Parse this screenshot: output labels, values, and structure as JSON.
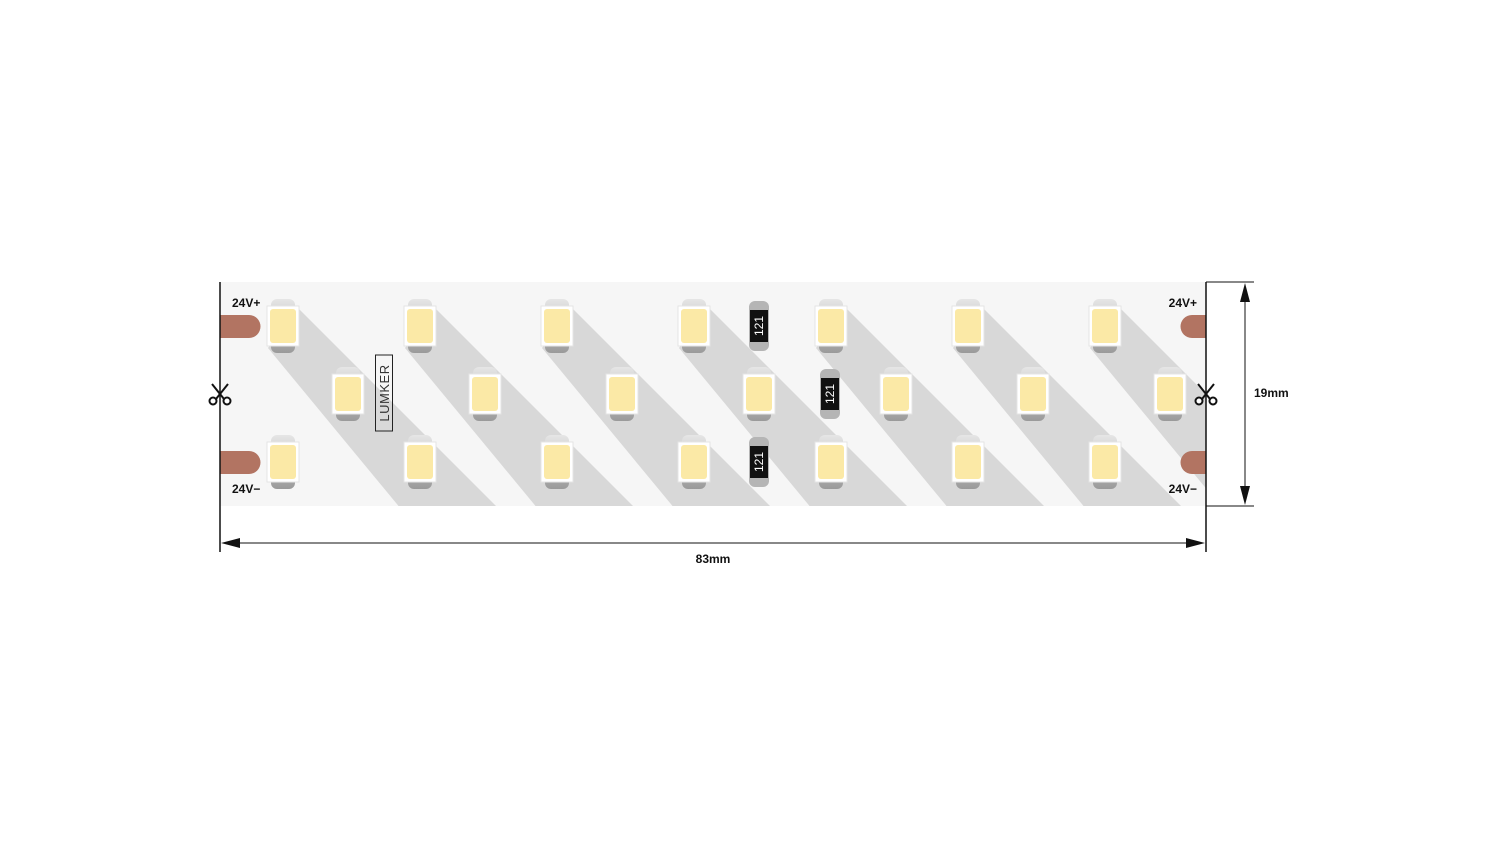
{
  "labels": {
    "left_top": "24V+",
    "left_bottom": "24V−",
    "right_top": "24V+",
    "right_bottom": "24V−"
  },
  "dimensions": {
    "length": "83mm",
    "width": "19mm"
  },
  "logo": "LUMKER",
  "resistor_marking": "121",
  "colors": {
    "strip": "#f6f6f6",
    "shadow": "#d8d8d8",
    "pad": "#b27462",
    "led": "#fbe9a6",
    "resistor": "#111111"
  },
  "leds": {
    "top_row_count": 7,
    "middle_row_count": 7,
    "bottom_row_count": 7
  },
  "resistor_count": 3
}
